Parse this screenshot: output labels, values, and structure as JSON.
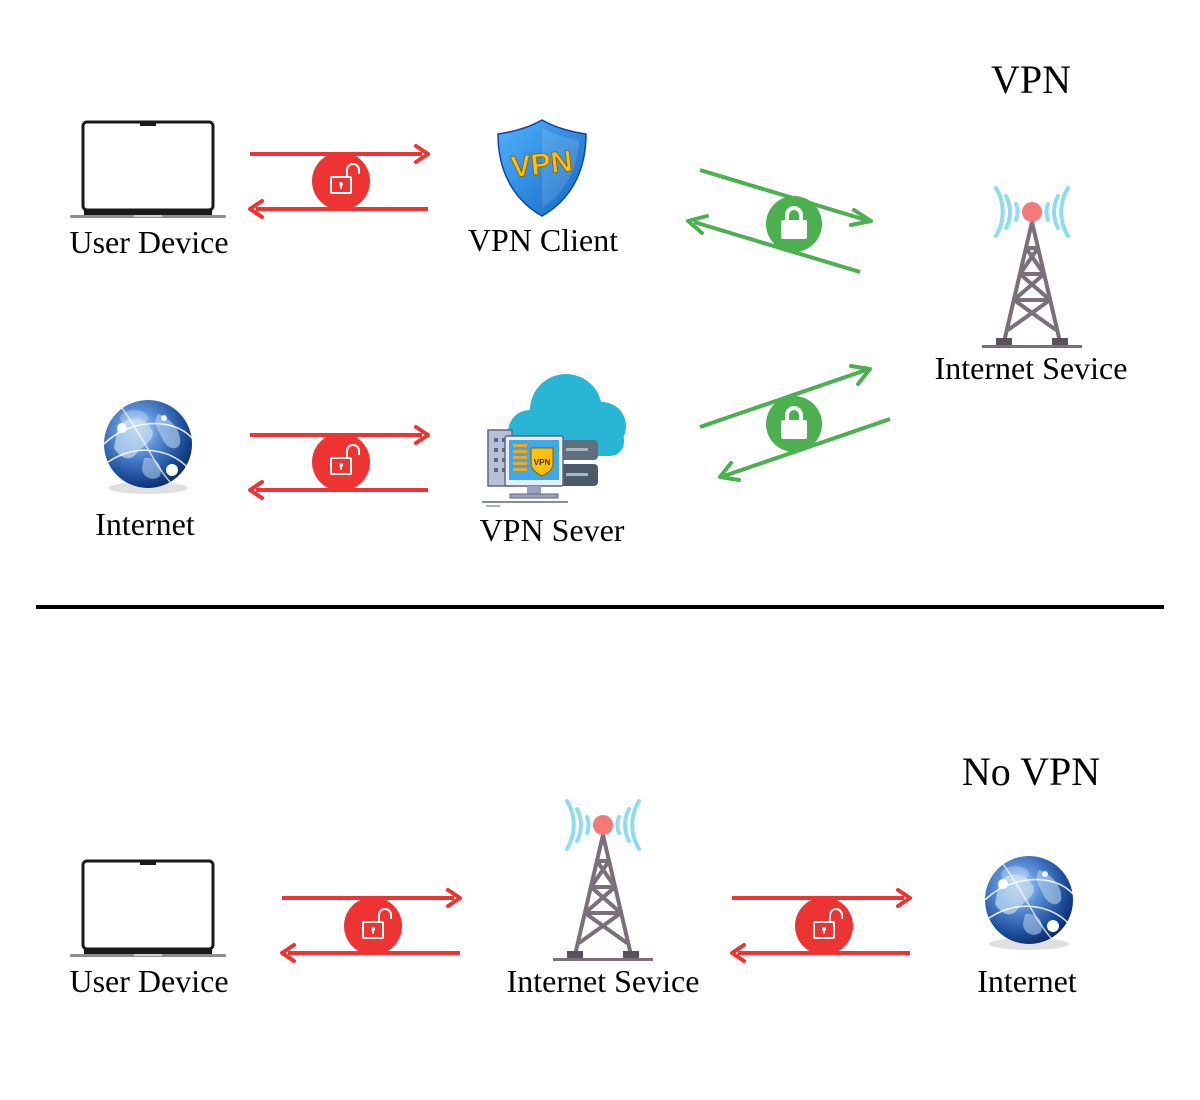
{
  "vpn_section": {
    "title": "VPN",
    "user_device_label": "User Device",
    "vpn_client_label": "VPN Client",
    "internet_service_label": "Internet Sevice",
    "internet_label": "Internet",
    "vpn_server_label": "VPN Sever",
    "shield_text": "VPN",
    "server_badge_text": "VPN"
  },
  "no_vpn_section": {
    "title": "No VPN",
    "user_device_label": "User Device",
    "internet_service_label": "Internet Sevice",
    "internet_label": "Internet"
  },
  "colors": {
    "unencrypted": "#ee3333",
    "encrypted": "#4caf50",
    "shield": "#1e88e5",
    "shield_text": "#ffc107",
    "cloud": "#29b6d6",
    "tower": "#7a6f7a",
    "signal": "#8fdcef",
    "beacon": "#f47a7a",
    "divider": "#000000"
  },
  "icons": [
    "laptop-icon",
    "vpn-shield-icon",
    "cell-tower-icon",
    "globe-icon",
    "vpn-server-icon",
    "unlocked-padlock-icon",
    "locked-padlock-icon"
  ]
}
